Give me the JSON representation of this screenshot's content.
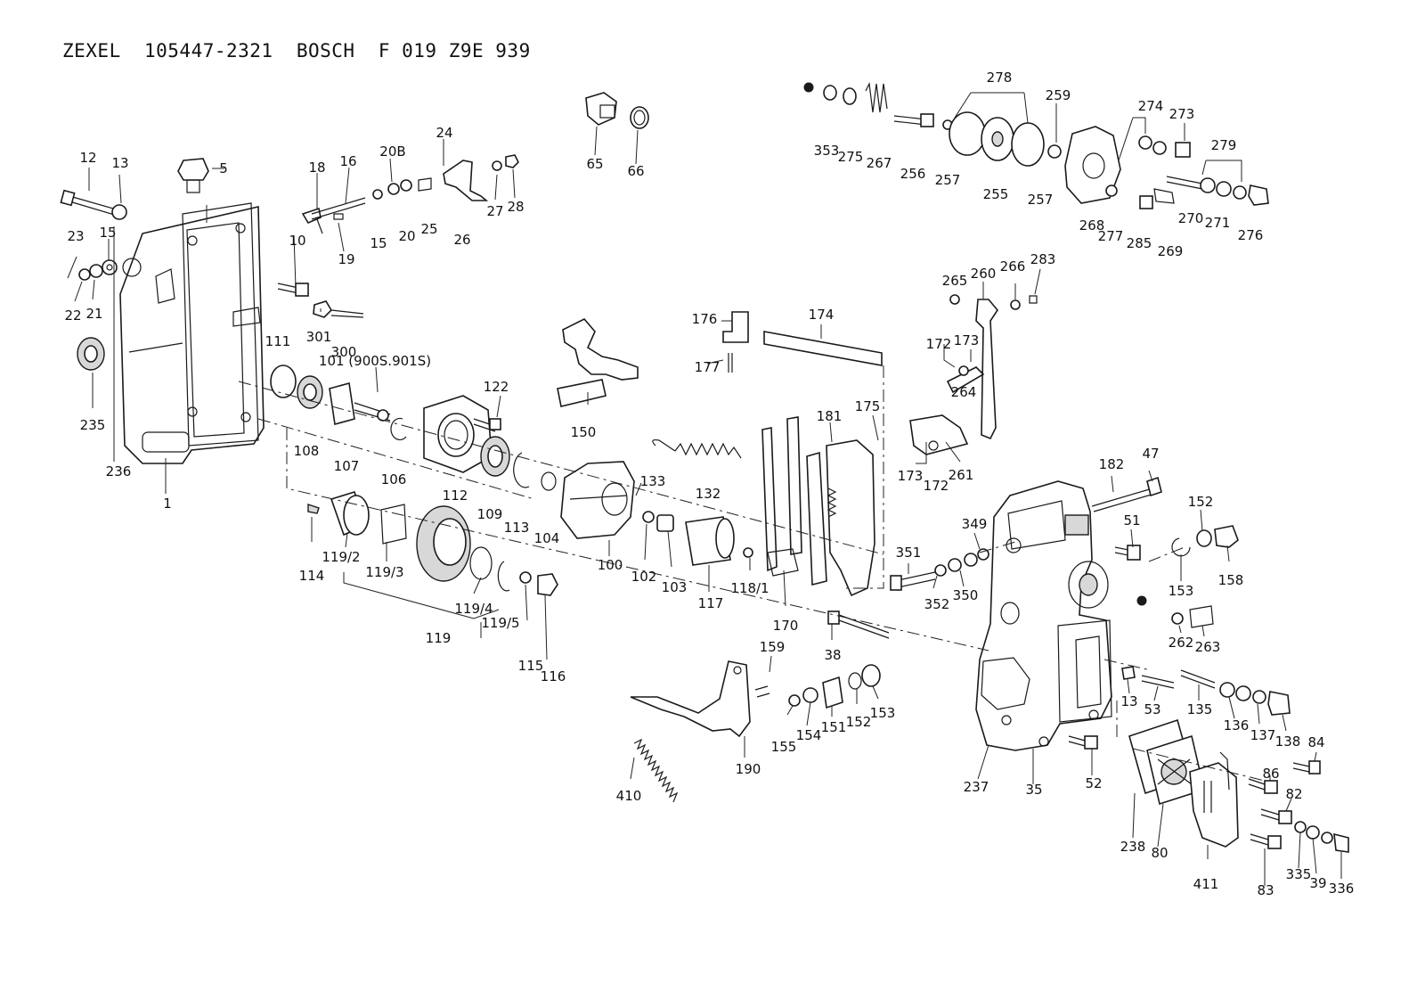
{
  "header": {
    "title": "ZEXEL  105447-2321  BOSCH  F 019 Z9E 939"
  },
  "callouts": [
    "12",
    "13",
    "5",
    "18",
    "16",
    "20B",
    "24",
    "27",
    "28",
    "65",
    "66",
    "353",
    "275",
    "267",
    "256",
    "257",
    "255",
    "278",
    "259",
    "257",
    "268",
    "274",
    "273",
    "279",
    "277",
    "285",
    "269",
    "270",
    "271",
    "276",
    "23",
    "15",
    "10",
    "19",
    "15",
    "20",
    "25",
    "26",
    "22",
    "21",
    "301",
    "300",
    "111",
    "101 (900S.901S)",
    "235",
    "236",
    "108",
    "107",
    "106",
    "112",
    "122",
    "109",
    "113",
    "104",
    "150",
    "176",
    "174",
    "177",
    "265",
    "260",
    "266",
    "283",
    "172",
    "173",
    "264",
    "181",
    "175",
    "173",
    "172",
    "261",
    "1",
    "114",
    "119/2",
    "119/3",
    "119",
    "119/4",
    "119/5",
    "115",
    "116",
    "133",
    "132",
    "100",
    "102",
    "103",
    "117",
    "118/1",
    "170",
    "182",
    "47",
    "349",
    "51",
    "152",
    "153",
    "158",
    "351",
    "352",
    "350",
    "262",
    "263",
    "38",
    "159",
    "155",
    "154",
    "151",
    "152",
    "153",
    "190",
    "410",
    "13",
    "53",
    "135",
    "136",
    "137",
    "138",
    "237",
    "35",
    "52",
    "84",
    "86",
    "82",
    "238",
    "80",
    "411",
    "83",
    "335",
    "39",
    "336"
  ]
}
